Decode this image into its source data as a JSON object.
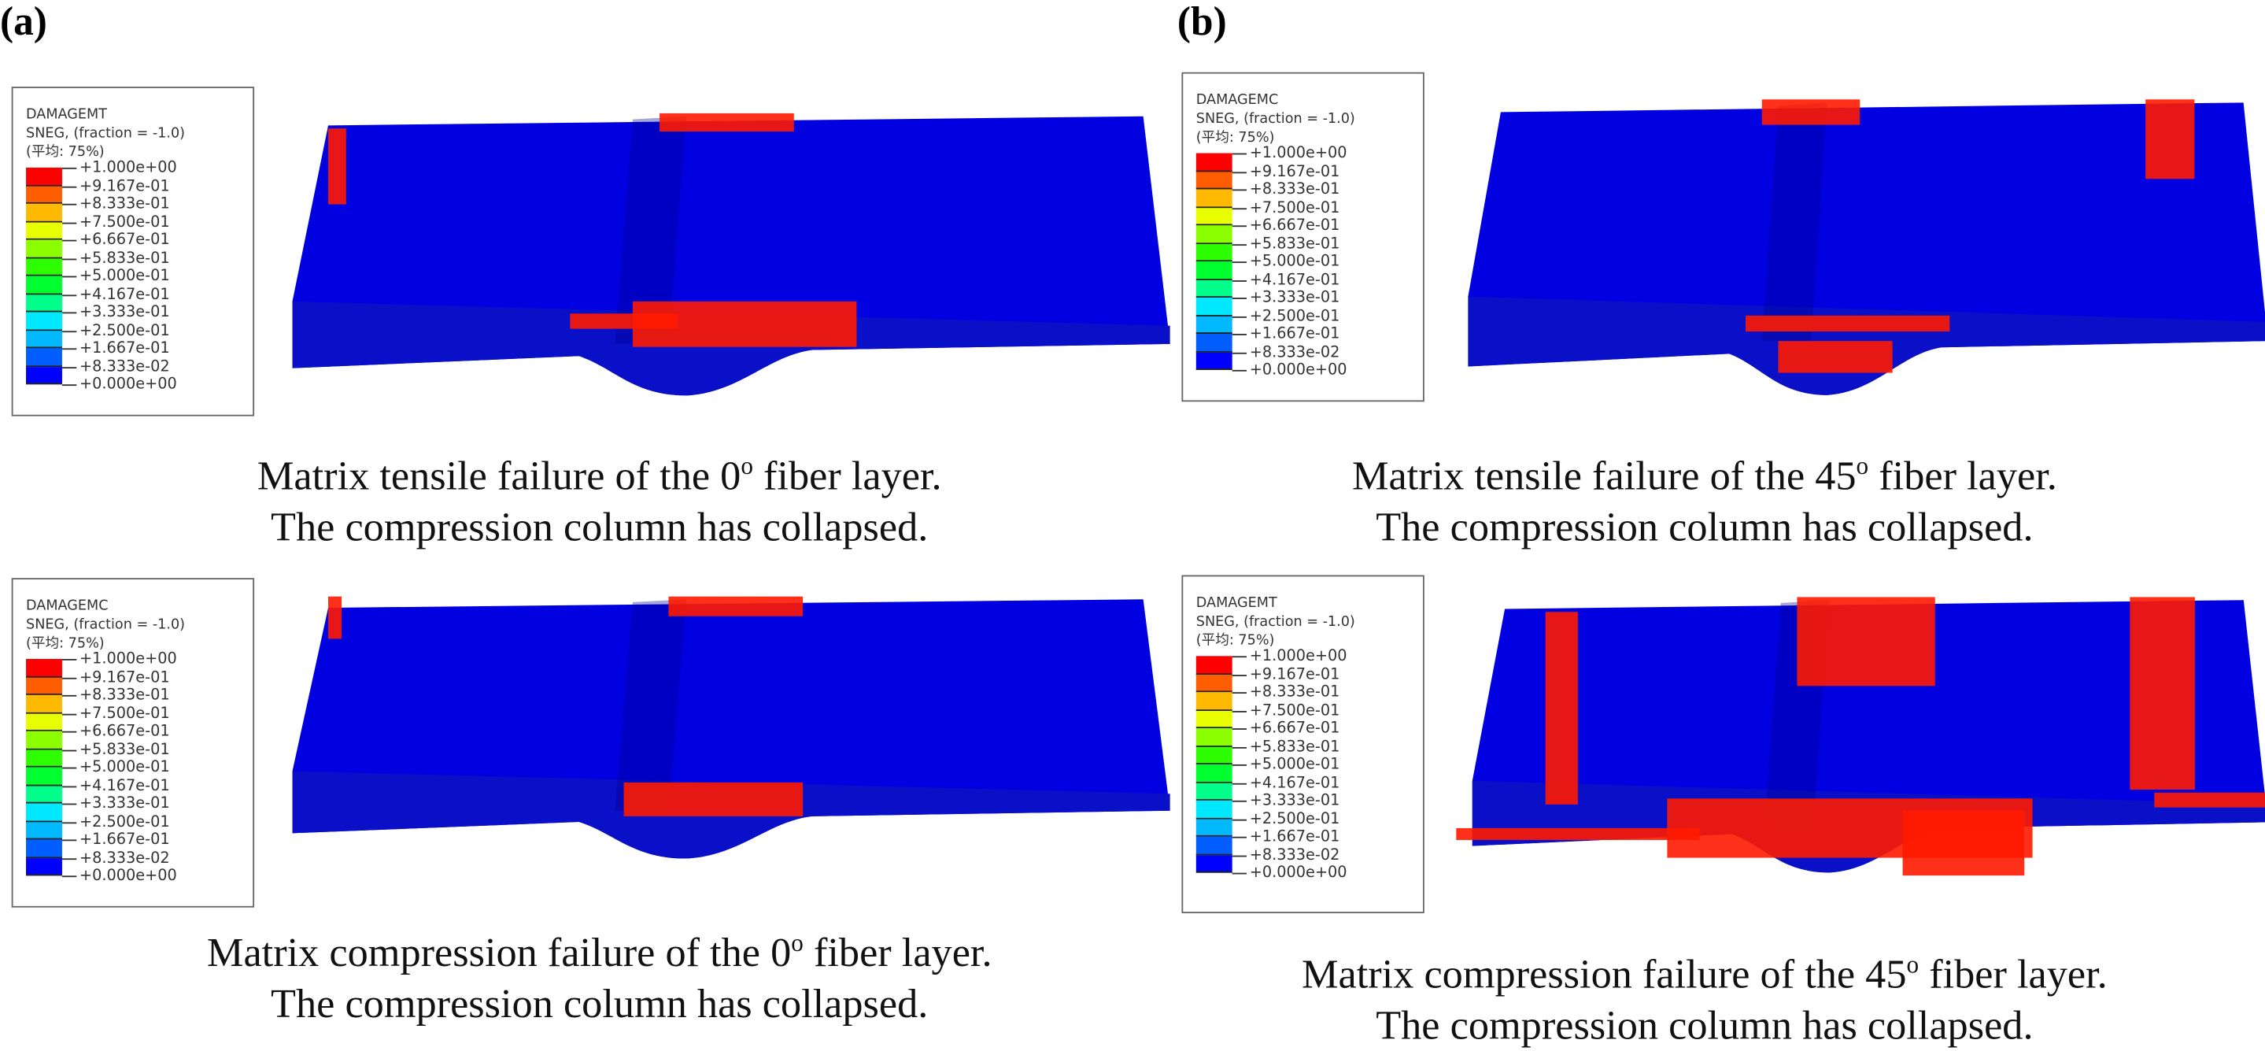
{
  "panel_labels": {
    "a": "(a)",
    "b": "(b)"
  },
  "legend_values": [
    "+1.000e+00",
    "+9.167e-01",
    "+8.333e-01",
    "+7.500e-01",
    "+6.667e-01",
    "+5.833e-01",
    "+5.000e-01",
    "+4.167e-01",
    "+3.333e-01",
    "+2.500e-01",
    "+1.667e-01",
    "+8.333e-02",
    "+0.000e+00"
  ],
  "legend_colors": [
    "#ff0000",
    "#ff5d00",
    "#ffb900",
    "#e8ff00",
    "#8bff00",
    "#2eff00",
    "#00ff2e",
    "#00ff8b",
    "#00e8ff",
    "#00b9ff",
    "#005dff",
    "#0000ff"
  ],
  "model_colors": {
    "body": "#0000e0",
    "front": "#0a10c8",
    "damage": "#ff1a00"
  },
  "panels": [
    {
      "legend": {
        "variable": "DAMAGEMT",
        "step": "SNEG, (fraction = -1.0)",
        "average": "(平均: 75%)"
      },
      "caption": {
        "line1_pre": "Matrix tensile failure of the 0",
        "line1_sup": "o",
        "line1_post": " fiber layer.",
        "line2": "The compression column has collapsed."
      }
    },
    {
      "legend": {
        "variable": "DAMAGEMC",
        "step": "SNEG, (fraction = -1.0)",
        "average": "(平均: 75%)"
      },
      "caption": {
        "line1_pre": "Matrix tensile failure of the 45",
        "line1_sup": "o",
        "line1_post": " fiber layer.",
        "line2": "The compression column has collapsed."
      }
    },
    {
      "legend": {
        "variable": "DAMAGEMC",
        "step": "SNEG, (fraction = -1.0)",
        "average": "(平均: 75%)"
      },
      "caption": {
        "line1_pre": "Matrix compression failure of the 0",
        "line1_sup": "o",
        "line1_post": " fiber layer.",
        "line2": "The compression column has collapsed."
      }
    },
    {
      "legend": {
        "variable": "DAMAGEMT",
        "step": "SNEG, (fraction = -1.0)",
        "average": "(平均: 75%)"
      },
      "caption": {
        "line1_pre": "Matrix compression failure of the 45",
        "line1_sup": "o",
        "line1_post": " fiber layer.",
        "line2": "The compression column has collapsed."
      }
    }
  ]
}
